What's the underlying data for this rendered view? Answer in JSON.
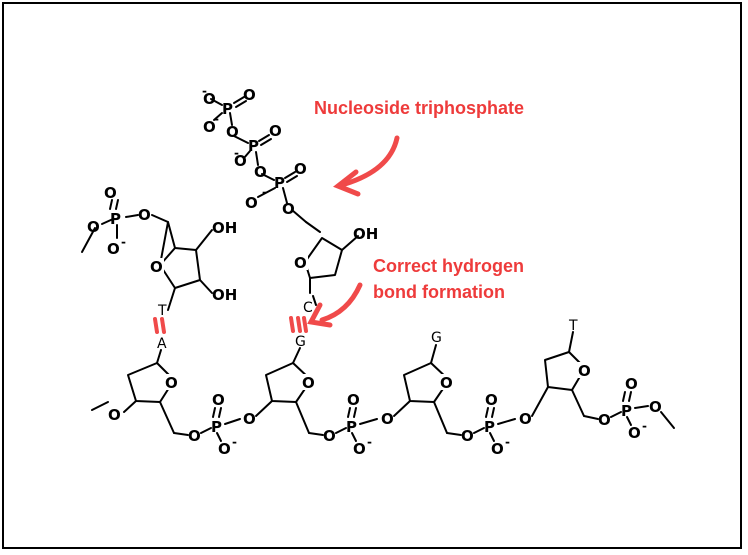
{
  "annotations": {
    "triphosphate": "Nucleoside triphosphate",
    "hbond_line1": "Correct hydrogen",
    "hbond_line2": "bond formation"
  },
  "atoms": {
    "oxygen": "O",
    "phosphorus": "P",
    "hydroxyl": "OH",
    "negative": "-"
  },
  "bases": {
    "incoming_pair_top": "T",
    "incoming_pair_bottom": "A",
    "ntp_base": "C",
    "template_1": "G",
    "template_2": "G",
    "template_3": "T"
  },
  "colors": {
    "annotation": "#ee3b3b",
    "structure": "#000000",
    "hbond": "#f04a4a"
  }
}
